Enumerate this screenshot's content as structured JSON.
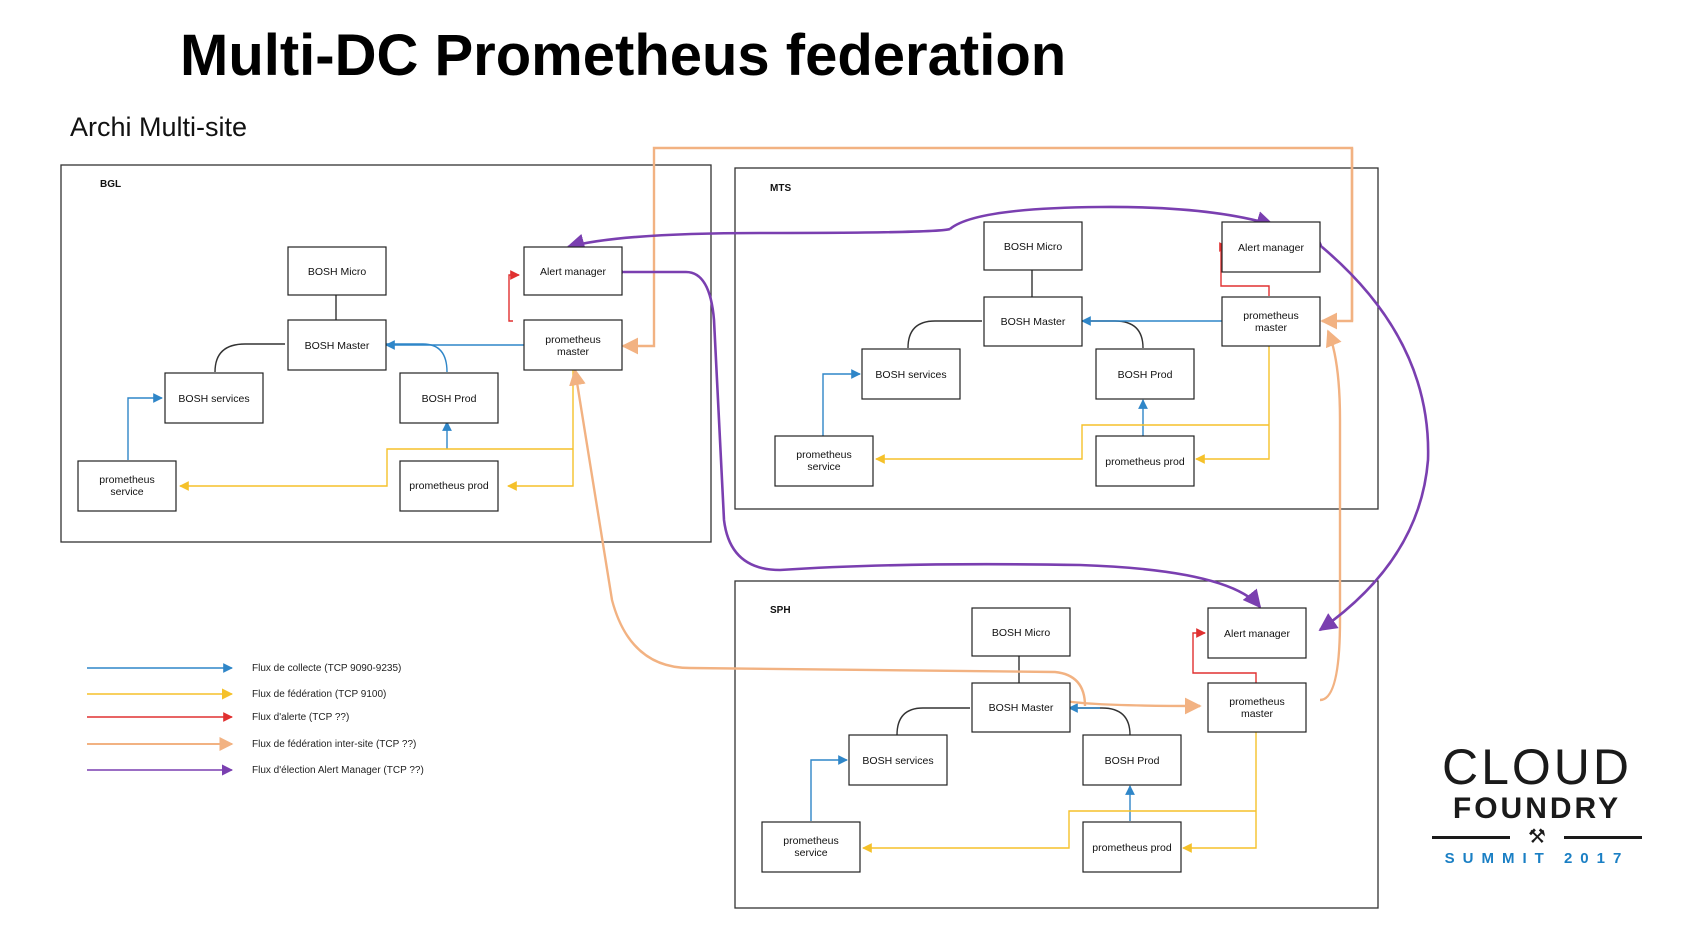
{
  "title": "Multi-DC Prometheus federation",
  "subtitle": "Archi Multi-site",
  "colors": {
    "collect": "#2f86c8",
    "federation": "#f5c12a",
    "alert": "#e03030",
    "intersite": "#f2b282",
    "election": "#7a3fb0"
  },
  "sites": {
    "bgl": {
      "label": "BGL",
      "bosh_micro": "BOSH Micro",
      "bosh_master": "BOSH Master",
      "bosh_services": "BOSH services",
      "bosh_prod": "BOSH Prod",
      "alert_manager": "Alert manager",
      "prom_master_1": "prometheus",
      "prom_master_2": "master",
      "prom_service_1": "prometheus",
      "prom_service_2": "service",
      "prom_prod": "prometheus prod"
    },
    "mts": {
      "label": "MTS",
      "bosh_micro": "BOSH Micro",
      "bosh_master": "BOSH Master",
      "bosh_services": "BOSH services",
      "bosh_prod": "BOSH Prod",
      "alert_manager": "Alert manager",
      "prom_master_1": "prometheus",
      "prom_master_2": "master",
      "prom_service_1": "prometheus",
      "prom_service_2": "service",
      "prom_prod": "prometheus prod"
    },
    "sph": {
      "label": "SPH",
      "bosh_micro": "BOSH Micro",
      "bosh_master": "BOSH Master",
      "bosh_services": "BOSH services",
      "bosh_prod": "BOSH Prod",
      "alert_manager": "Alert manager",
      "prom_master_1": "prometheus",
      "prom_master_2": "master",
      "prom_service_1": "prometheus",
      "prom_service_2": "service",
      "prom_prod": "prometheus prod"
    }
  },
  "legend": [
    {
      "label": "Flux de collecte (TCP 9090-9235)",
      "color": "#2f86c8"
    },
    {
      "label": "Flux de fédération (TCP 9100)",
      "color": "#f5c12a"
    },
    {
      "label": "Flux d'alerte (TCP ??)",
      "color": "#e03030"
    },
    {
      "label": "Flux de fédération inter-site (TCP ??)",
      "color": "#f2b282"
    },
    {
      "label": "Flux d'élection Alert Manager (TCP ??)",
      "color": "#7a3fb0"
    }
  ],
  "logo": {
    "line1": "CLOUD",
    "line2": "FOUNDRY",
    "line3": "SUMMIT 2017",
    "mark": "⚒"
  }
}
